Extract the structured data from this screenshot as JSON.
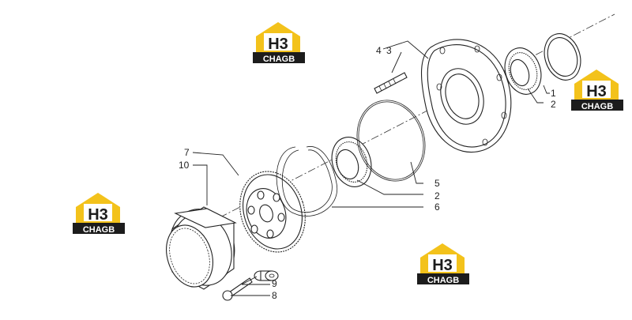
{
  "callouts": [
    {
      "id": "1",
      "text": "1"
    },
    {
      "id": "2a",
      "text": "2"
    },
    {
      "id": "2b",
      "text": "2"
    },
    {
      "id": "3",
      "text": "3"
    },
    {
      "id": "4",
      "text": "4"
    },
    {
      "id": "5",
      "text": "5"
    },
    {
      "id": "6",
      "text": "6"
    },
    {
      "id": "7",
      "text": "7"
    },
    {
      "id": "8",
      "text": "8"
    },
    {
      "id": "9",
      "text": "9"
    },
    {
      "id": "10",
      "text": "10"
    }
  ],
  "watermark": {
    "mark": "H3",
    "word": "CHAGB",
    "color_yellow": "#f3c21b",
    "color_dark": "#1c1c1c"
  }
}
